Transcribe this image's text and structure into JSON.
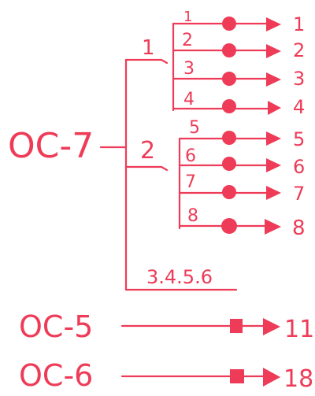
{
  "diagram": {
    "root": {
      "label": "OC-7"
    },
    "groups": [
      {
        "label": "1",
        "branches": [
          {
            "label": "1",
            "output": "1"
          },
          {
            "label": "2",
            "output": "2"
          },
          {
            "label": "3",
            "output": "3"
          },
          {
            "label": "4",
            "output": "4"
          }
        ]
      },
      {
        "label": "2",
        "branches": [
          {
            "label": "5",
            "output": "5"
          },
          {
            "label": "6",
            "output": "6"
          },
          {
            "label": "7",
            "output": "7"
          },
          {
            "label": "8",
            "output": "8"
          }
        ]
      }
    ],
    "extra_branch": {
      "label": "3.4.5.6"
    },
    "others": [
      {
        "label": "OC-5",
        "output": "11"
      },
      {
        "label": "OC-6",
        "output": "18"
      }
    ]
  }
}
